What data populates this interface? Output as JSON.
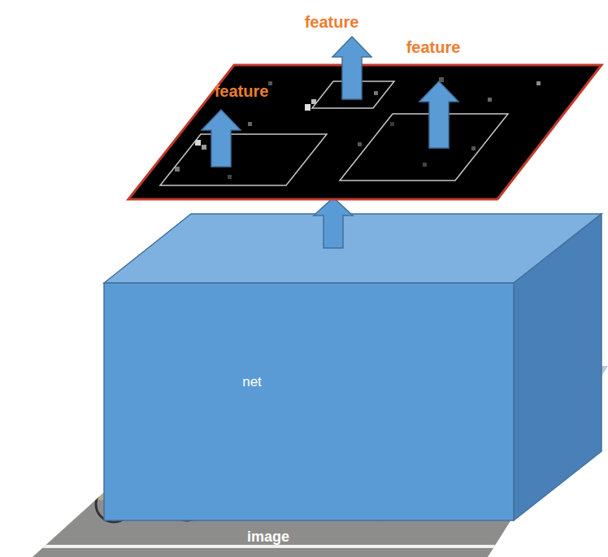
{
  "diagram": {
    "nodes": [
      {
        "text": [
          "image"
        ]
      },
      {
        "text": [
          "net"
        ]
      }
    ],
    "labels": [
      "feature",
      "feature",
      "feature"
    ]
  }
}
